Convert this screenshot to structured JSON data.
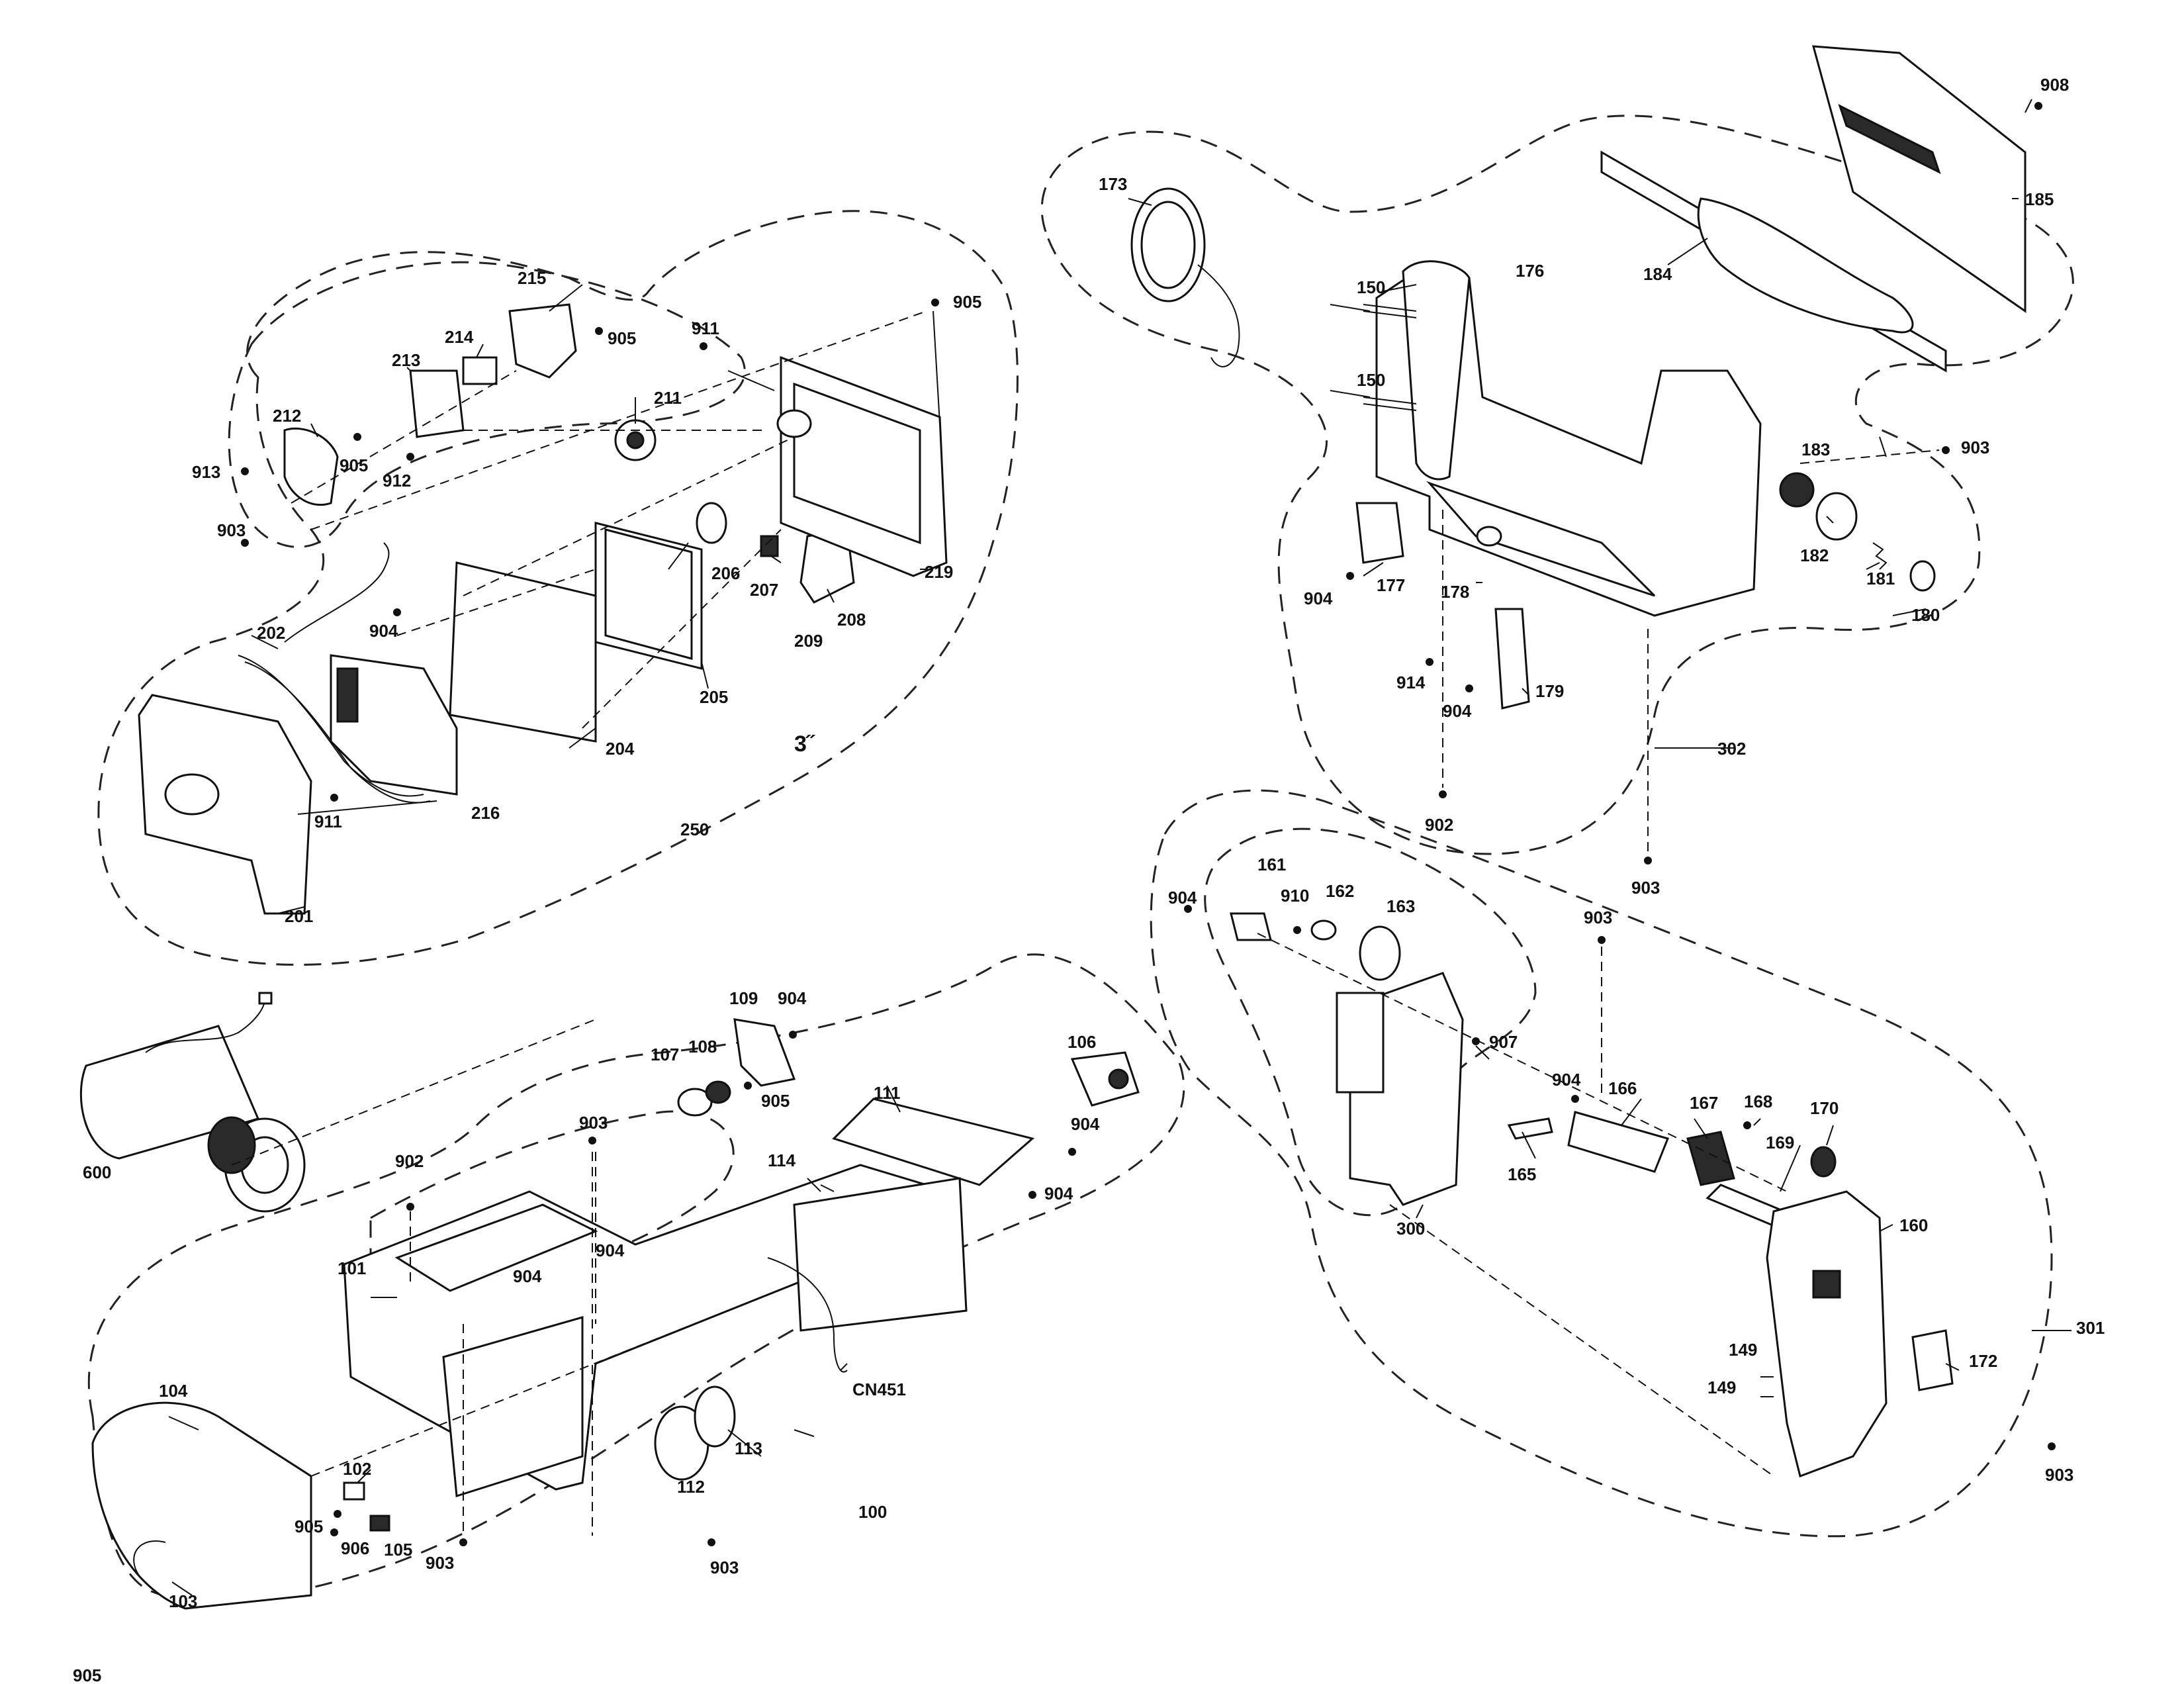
{
  "labels": {
    "l100": "100",
    "l101": "101",
    "l102": "102",
    "l103": "103",
    "l104": "104",
    "l105": "105",
    "l106": "106",
    "l107": "107",
    "l108": "108",
    "l109": "109",
    "l111": "111",
    "l112": "112",
    "l113": "113",
    "l114": "114",
    "lCN451": "CN451",
    "l149a": "149",
    "l149b": "149",
    "l150a": "150",
    "l150b": "150",
    "l160": "160",
    "l161": "161",
    "l162": "162",
    "l163": "163",
    "l165": "165",
    "l166": "166",
    "l167": "167",
    "l168": "168",
    "l169": "169",
    "l170": "170",
    "l172": "172",
    "l173": "173",
    "l176": "176",
    "l177": "177",
    "l178": "178",
    "l179": "179",
    "l180": "180",
    "l181": "181",
    "l182": "182",
    "l183": "183",
    "l184": "184",
    "l185": "185",
    "l201": "201",
    "l202": "202",
    "l204": "204",
    "l205": "205",
    "l206": "206",
    "l207": "207",
    "l208": "208",
    "l209": "209",
    "l211": "211",
    "l212": "212",
    "l213": "213",
    "l214": "214",
    "l215": "215",
    "l216": "216",
    "l219": "219",
    "l250": "250",
    "l3": "3˝",
    "l300": "300",
    "l301": "301",
    "l302": "302",
    "l600": "600",
    "l902a": "902",
    "l902b": "902",
    "l903a": "903",
    "l903b": "903",
    "l903c": "903",
    "l903d": "903",
    "l903e": "903",
    "l903f": "903",
    "l903g": "903",
    "l903h": "903",
    "l904a": "904",
    "l904b": "904",
    "l904c": "904",
    "l904d": "904",
    "l904e": "904",
    "l904f": "904",
    "l904g": "904",
    "l904h": "904",
    "l904i": "904",
    "l904j": "904",
    "l905a": "905",
    "l905b": "905",
    "l905c": "905",
    "l905d": "905",
    "l905e": "905",
    "l905f": "905",
    "l906": "906",
    "l907": "907",
    "l908": "908",
    "l910": "910",
    "l911a": "911",
    "l911b": "911",
    "l912": "912",
    "l913": "913",
    "l914": "914"
  }
}
